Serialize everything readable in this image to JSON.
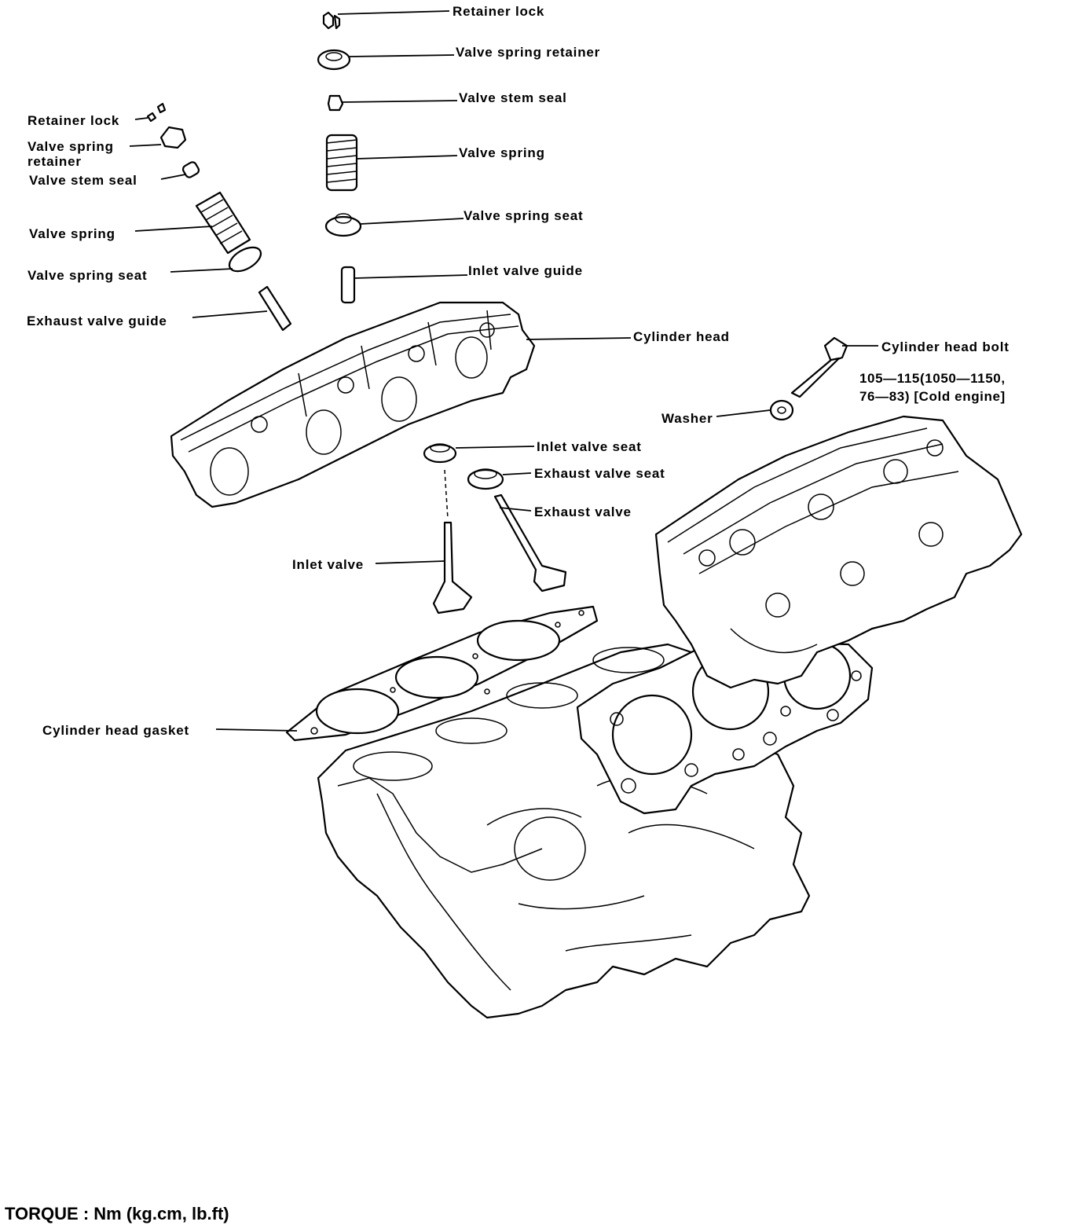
{
  "labels": {
    "center_retainer_lock": "Retainer lock",
    "center_valve_spring_retainer": "Valve spring retainer",
    "center_valve_stem_seal": "Valve stem seal",
    "center_valve_spring": "Valve spring",
    "center_valve_spring_seat": "Valve spring seat",
    "inlet_valve_guide": "Inlet valve guide",
    "cylinder_head": "Cylinder head",
    "left_retainer_lock": "Retainer lock",
    "left_valve_spring_retainer_1": "Valve spring",
    "left_valve_spring_retainer_2": "retainer",
    "left_valve_stem_seal": "Valve stem seal",
    "left_valve_spring": "Valve spring",
    "left_valve_spring_seat": "Valve spring seat",
    "exhaust_valve_guide": "Exhaust valve guide",
    "cylinder_head_bolt": "Cylinder head bolt",
    "washer": "Washer",
    "inlet_valve_seat": "Inlet valve seat",
    "exhaust_valve_seat": "Exhaust valve seat",
    "exhaust_valve": "Exhaust valve",
    "inlet_valve": "Inlet valve",
    "cylinder_head_gasket": "Cylinder head gasket"
  },
  "torque": {
    "bolt_line1": "105—115(1050—1150,",
    "bolt_line2": "76—83) [Cold engine]"
  },
  "footer": "TORQUE : Nm (kg.cm, lb.ft)"
}
